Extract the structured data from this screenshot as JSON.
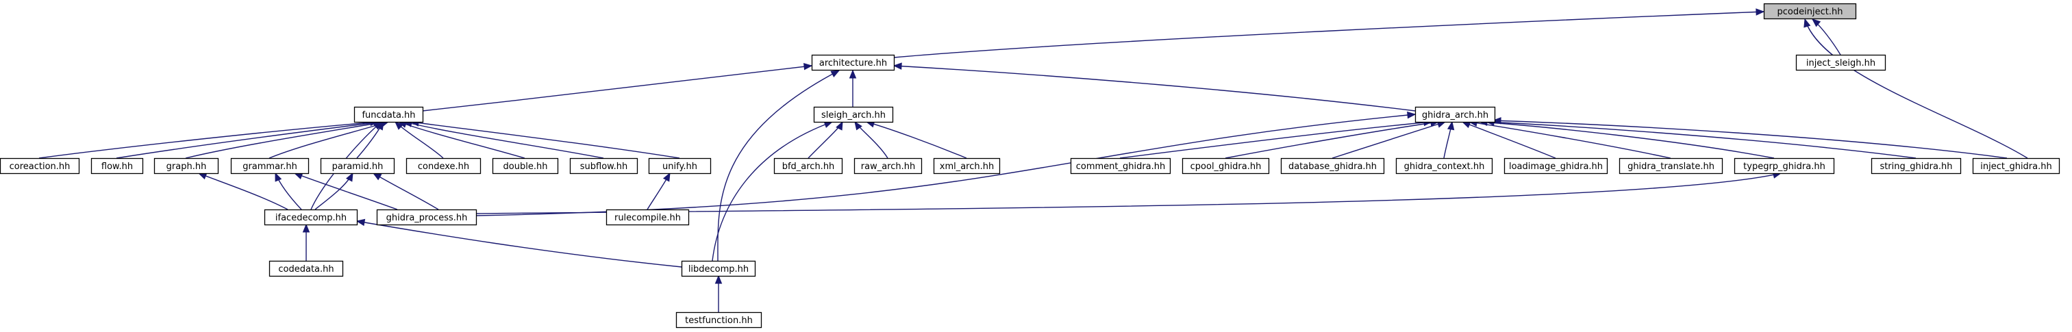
{
  "diagram": {
    "nodes": [
      {
        "id": "pcodeinject",
        "label": "pcodeinject.hh",
        "root": true
      },
      {
        "id": "architecture",
        "label": "architecture.hh"
      },
      {
        "id": "inject_sleigh",
        "label": "inject_sleigh.hh"
      },
      {
        "id": "funcdata",
        "label": "funcdata.hh"
      },
      {
        "id": "sleigh_arch",
        "label": "sleigh_arch.hh"
      },
      {
        "id": "ghidra_arch",
        "label": "ghidra_arch.hh"
      },
      {
        "id": "coreaction",
        "label": "coreaction.hh"
      },
      {
        "id": "flow",
        "label": "flow.hh"
      },
      {
        "id": "graph",
        "label": "graph.hh"
      },
      {
        "id": "grammar",
        "label": "grammar.hh"
      },
      {
        "id": "paramid",
        "label": "paramid.hh"
      },
      {
        "id": "condexe",
        "label": "condexe.hh"
      },
      {
        "id": "double",
        "label": "double.hh"
      },
      {
        "id": "subflow",
        "label": "subflow.hh"
      },
      {
        "id": "unify",
        "label": "unify.hh"
      },
      {
        "id": "bfd_arch",
        "label": "bfd_arch.hh"
      },
      {
        "id": "raw_arch",
        "label": "raw_arch.hh"
      },
      {
        "id": "xml_arch",
        "label": "xml_arch.hh"
      },
      {
        "id": "comment_ghidra",
        "label": "comment_ghidra.hh"
      },
      {
        "id": "cpool_ghidra",
        "label": "cpool_ghidra.hh"
      },
      {
        "id": "database_ghidra",
        "label": "database_ghidra.hh"
      },
      {
        "id": "ghidra_context",
        "label": "ghidra_context.hh"
      },
      {
        "id": "loadimage_ghidra",
        "label": "loadimage_ghidra.hh"
      },
      {
        "id": "ghidra_translate",
        "label": "ghidra_translate.hh"
      },
      {
        "id": "typegrp_ghidra",
        "label": "typegrp_ghidra.hh"
      },
      {
        "id": "string_ghidra",
        "label": "string_ghidra.hh"
      },
      {
        "id": "inject_ghidra",
        "label": "inject_ghidra.hh"
      },
      {
        "id": "ifacedecomp",
        "label": "ifacedecomp.hh"
      },
      {
        "id": "ghidra_process",
        "label": "ghidra_process.hh"
      },
      {
        "id": "rulecompile",
        "label": "rulecompile.hh"
      },
      {
        "id": "codedata",
        "label": "codedata.hh"
      },
      {
        "id": "libdecomp",
        "label": "libdecomp.hh"
      },
      {
        "id": "testfunction",
        "label": "testfunction.hh"
      }
    ],
    "edges": [
      {
        "from": "architecture",
        "to": "pcodeinject"
      },
      {
        "from": "inject_sleigh",
        "to": "pcodeinject"
      },
      {
        "from": "inject_ghidra",
        "to": "pcodeinject"
      },
      {
        "from": "funcdata",
        "to": "architecture"
      },
      {
        "from": "sleigh_arch",
        "to": "architecture"
      },
      {
        "from": "ghidra_arch",
        "to": "architecture"
      },
      {
        "from": "libdecomp",
        "to": "architecture"
      },
      {
        "from": "coreaction",
        "to": "funcdata"
      },
      {
        "from": "flow",
        "to": "funcdata"
      },
      {
        "from": "graph",
        "to": "funcdata"
      },
      {
        "from": "grammar",
        "to": "funcdata"
      },
      {
        "from": "paramid",
        "to": "funcdata"
      },
      {
        "from": "condexe",
        "to": "funcdata"
      },
      {
        "from": "double",
        "to": "funcdata"
      },
      {
        "from": "subflow",
        "to": "funcdata"
      },
      {
        "from": "unify",
        "to": "funcdata"
      },
      {
        "from": "ifacedecomp",
        "to": "funcdata"
      },
      {
        "from": "bfd_arch",
        "to": "sleigh_arch"
      },
      {
        "from": "raw_arch",
        "to": "sleigh_arch"
      },
      {
        "from": "xml_arch",
        "to": "sleigh_arch"
      },
      {
        "from": "libdecomp",
        "to": "sleigh_arch"
      },
      {
        "from": "comment_ghidra",
        "to": "ghidra_arch"
      },
      {
        "from": "cpool_ghidra",
        "to": "ghidra_arch"
      },
      {
        "from": "database_ghidra",
        "to": "ghidra_arch"
      },
      {
        "from": "ghidra_context",
        "to": "ghidra_arch"
      },
      {
        "from": "loadimage_ghidra",
        "to": "ghidra_arch"
      },
      {
        "from": "ghidra_translate",
        "to": "ghidra_arch"
      },
      {
        "from": "typegrp_ghidra",
        "to": "ghidra_arch"
      },
      {
        "from": "string_ghidra",
        "to": "ghidra_arch"
      },
      {
        "from": "inject_ghidra",
        "to": "ghidra_arch"
      },
      {
        "from": "ghidra_process",
        "to": "ghidra_arch"
      },
      {
        "from": "ifacedecomp",
        "to": "graph"
      },
      {
        "from": "ifacedecomp",
        "to": "grammar"
      },
      {
        "from": "ghidra_process",
        "to": "grammar"
      },
      {
        "from": "ifacedecomp",
        "to": "paramid"
      },
      {
        "from": "ghidra_process",
        "to": "paramid"
      },
      {
        "from": "rulecompile",
        "to": "unify"
      },
      {
        "from": "ghidra_process",
        "to": "typegrp_ghidra"
      },
      {
        "from": "codedata",
        "to": "ifacedecomp"
      },
      {
        "from": "libdecomp",
        "to": "ifacedecomp"
      },
      {
        "from": "testfunction",
        "to": "libdecomp"
      }
    ]
  }
}
